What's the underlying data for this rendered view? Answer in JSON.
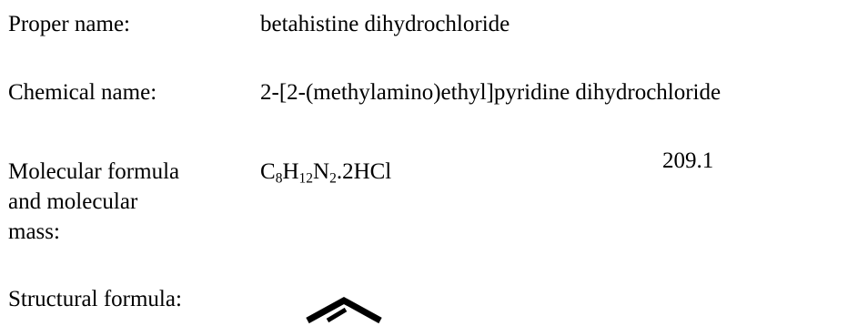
{
  "proper_name": {
    "label": "Proper name:",
    "value": "betahistine dihydrochloride"
  },
  "chemical_name": {
    "label": "Chemical name:",
    "value": "2-[2-(methylamino)ethyl]pyridine dihydrochloride"
  },
  "molecular": {
    "label_lines": [
      "Molecular formula",
      "and molecular",
      "mass:"
    ],
    "formula": {
      "c": "C",
      "c_sub": "8",
      "h": "H",
      "h_sub": "12",
      "n": "N",
      "n_sub": "2",
      "suffix": ".2HCl"
    },
    "mass": "209.1"
  },
  "structural": {
    "label": "Structural formula:"
  }
}
